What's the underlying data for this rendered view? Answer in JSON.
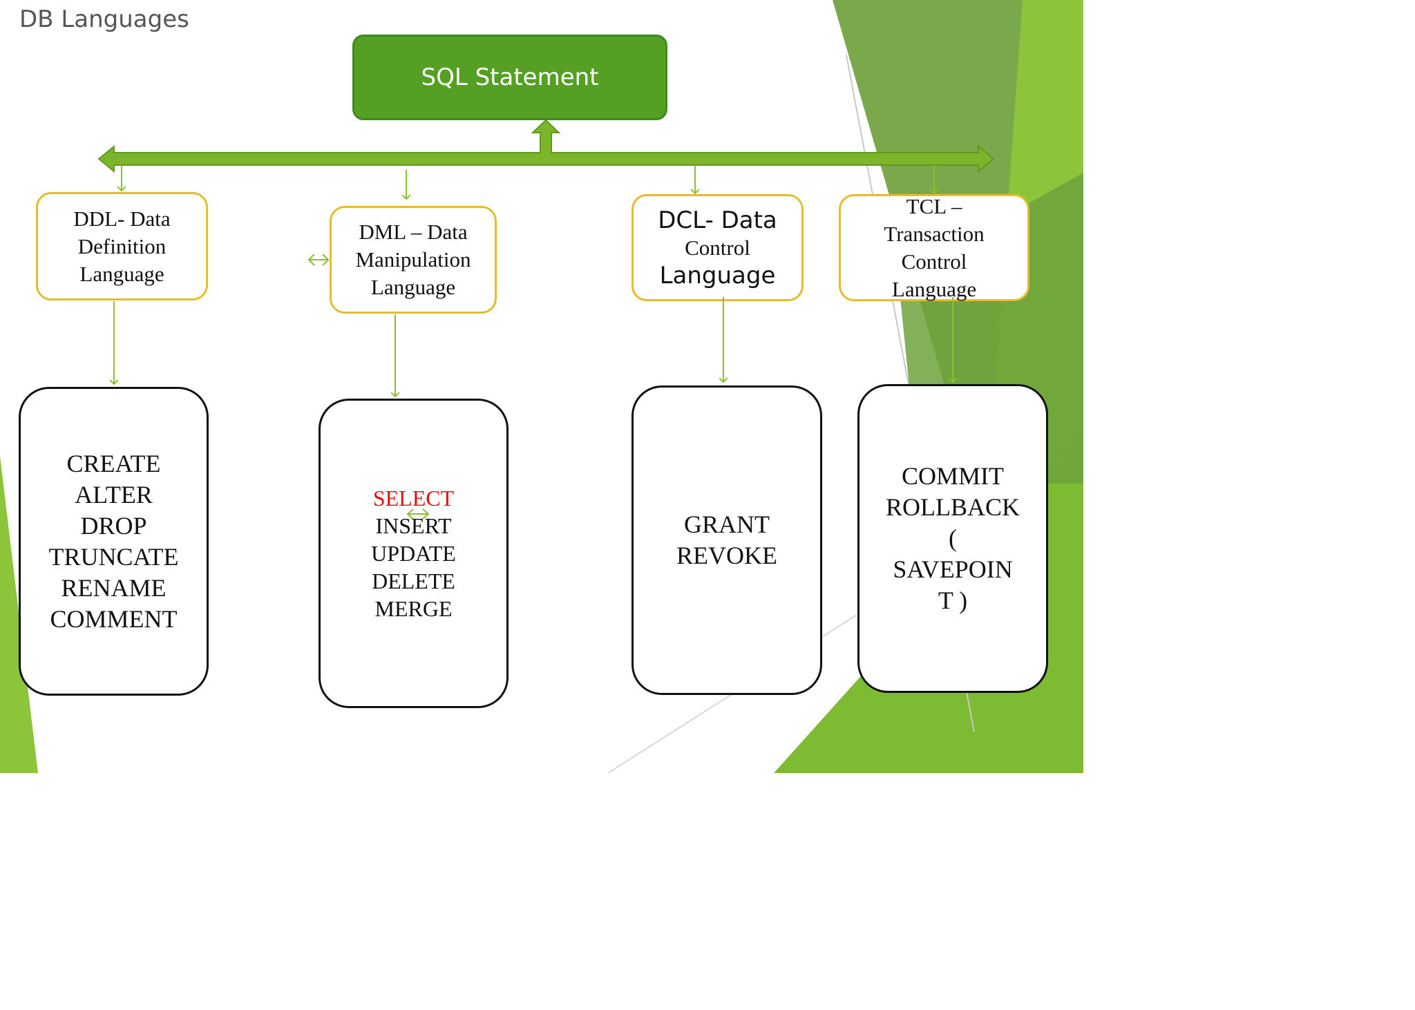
{
  "slide": {
    "title": "DB Languages"
  },
  "diagram": {
    "root": {
      "label": "SQL Statement"
    },
    "categories": [
      {
        "id": "ddl",
        "lines": [
          "DDL- Data",
          "Definition",
          "Language"
        ]
      },
      {
        "id": "dml",
        "lines": [
          "DML – Data",
          "Manipulation",
          "Language"
        ]
      },
      {
        "id": "dcl",
        "lines": [
          "DCL- Data",
          "Control",
          "Language"
        ]
      },
      {
        "id": "tcl",
        "lines": [
          "TCL –",
          "Transaction",
          "Control",
          "Language"
        ]
      }
    ],
    "commands": [
      {
        "id": "ddl",
        "items": [
          "CREATE",
          "ALTER",
          "DROP",
          "TRUNCATE",
          "RENAME",
          "COMMENT"
        ]
      },
      {
        "id": "dml",
        "items": [
          "SELECT",
          "INSERT",
          "UPDATE",
          "DELETE",
          "MERGE"
        ]
      },
      {
        "id": "dcl",
        "items": [
          "GRANT",
          "REVOKE"
        ]
      },
      {
        "id": "tcl",
        "items": [
          "COMMIT",
          "ROLLBACK",
          "(",
          "SAVEPOIN",
          "T )"
        ]
      }
    ]
  },
  "colors": {
    "accent_green": "#55a024",
    "connector_green": "#8cbf2f",
    "category_border": "#e4bc2c",
    "highlight_red": "#e01010"
  }
}
